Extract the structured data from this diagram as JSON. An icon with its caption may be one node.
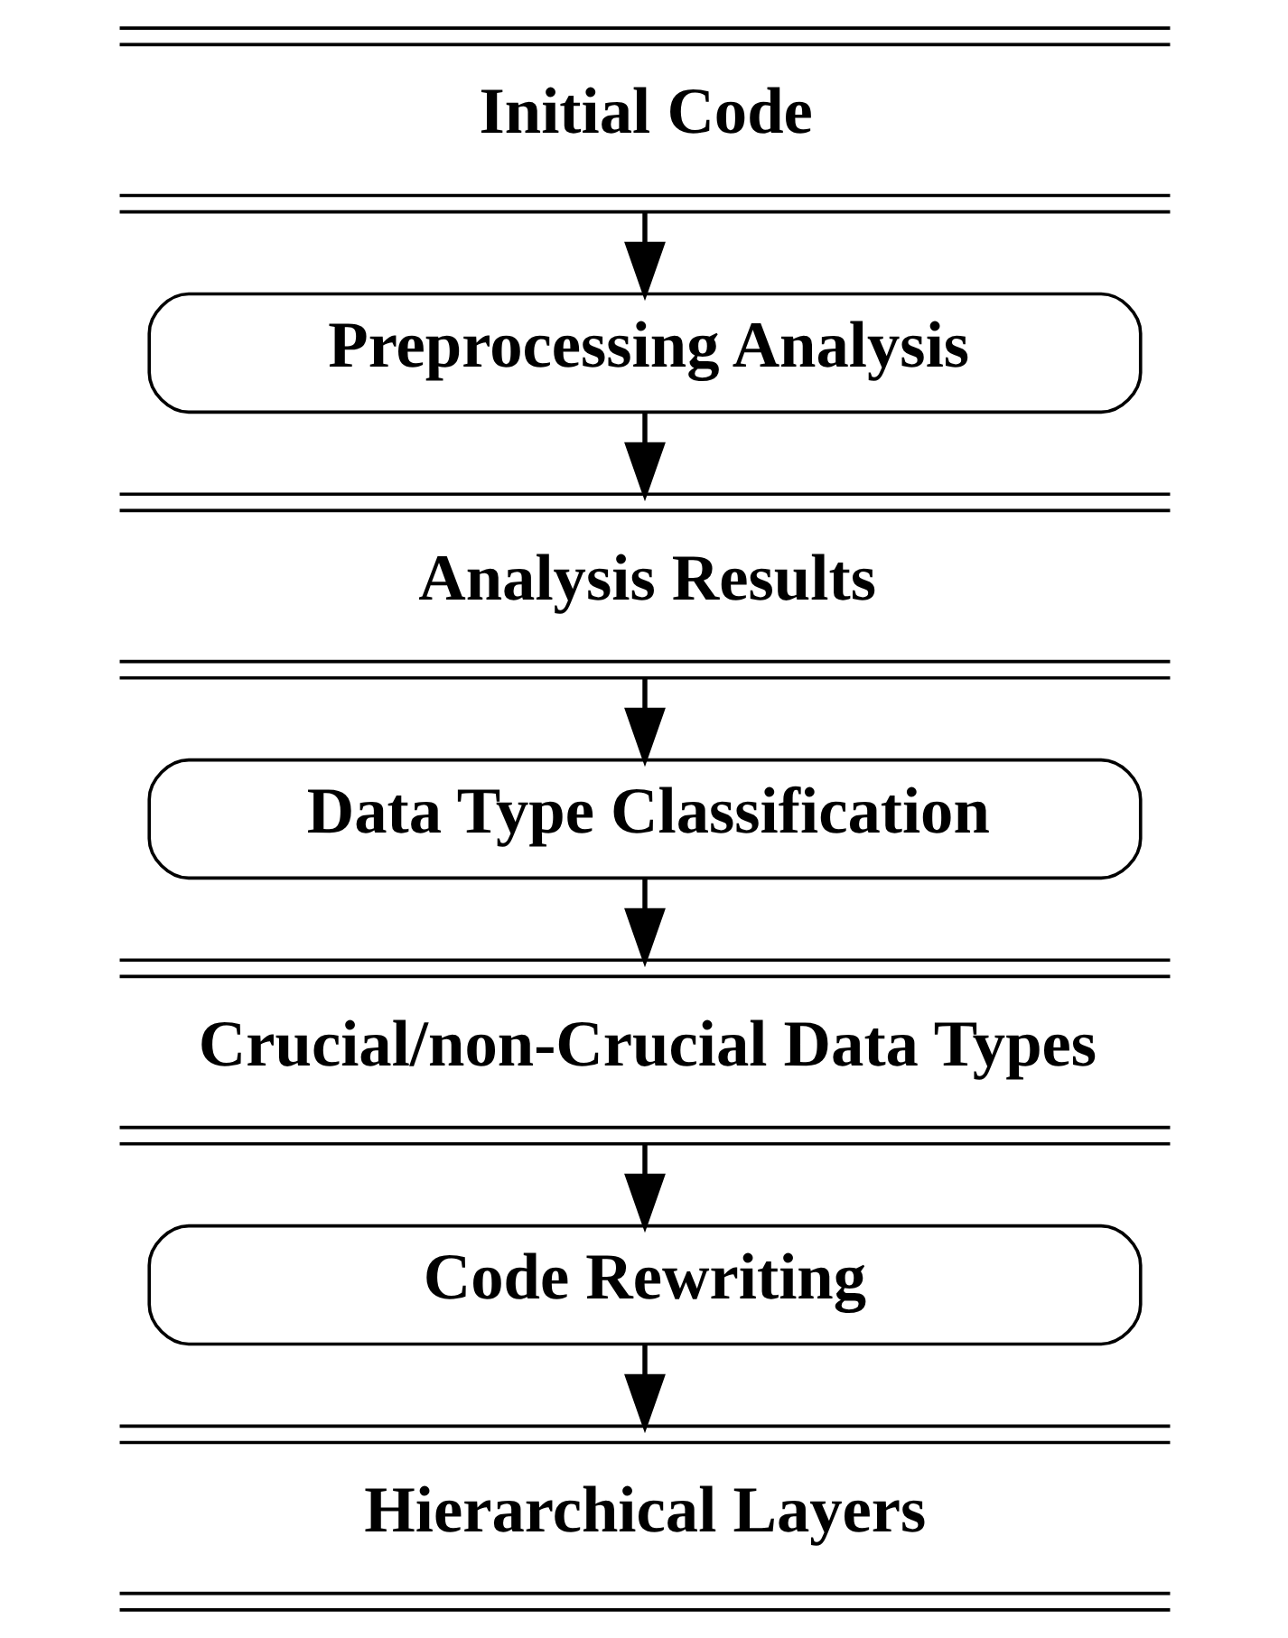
{
  "diagram": {
    "nodes": [
      {
        "text": [
          "Initial Code"
        ]
      },
      {
        "text": [
          "Preprocessing Analysis"
        ]
      },
      {
        "text": [
          "Analysis Results"
        ]
      },
      {
        "text": [
          "Data Type Classification"
        ]
      },
      {
        "text": [
          "Crucial/non-Crucial Data Types"
        ]
      },
      {
        "text": [
          "Code Rewriting"
        ]
      },
      {
        "text": [
          "Hierarchical Layers"
        ]
      }
    ],
    "edges": [
      {
        "from": 0,
        "to": 1,
        "arrow": "to"
      },
      {
        "from": 1,
        "to": 2,
        "arrow": "to"
      },
      {
        "from": 2,
        "to": 3,
        "arrow": "to"
      },
      {
        "from": 3,
        "to": 4,
        "arrow": "to"
      },
      {
        "from": 4,
        "to": 5,
        "arrow": "to"
      },
      {
        "from": 5,
        "to": 6,
        "arrow": "to"
      }
    ]
  }
}
